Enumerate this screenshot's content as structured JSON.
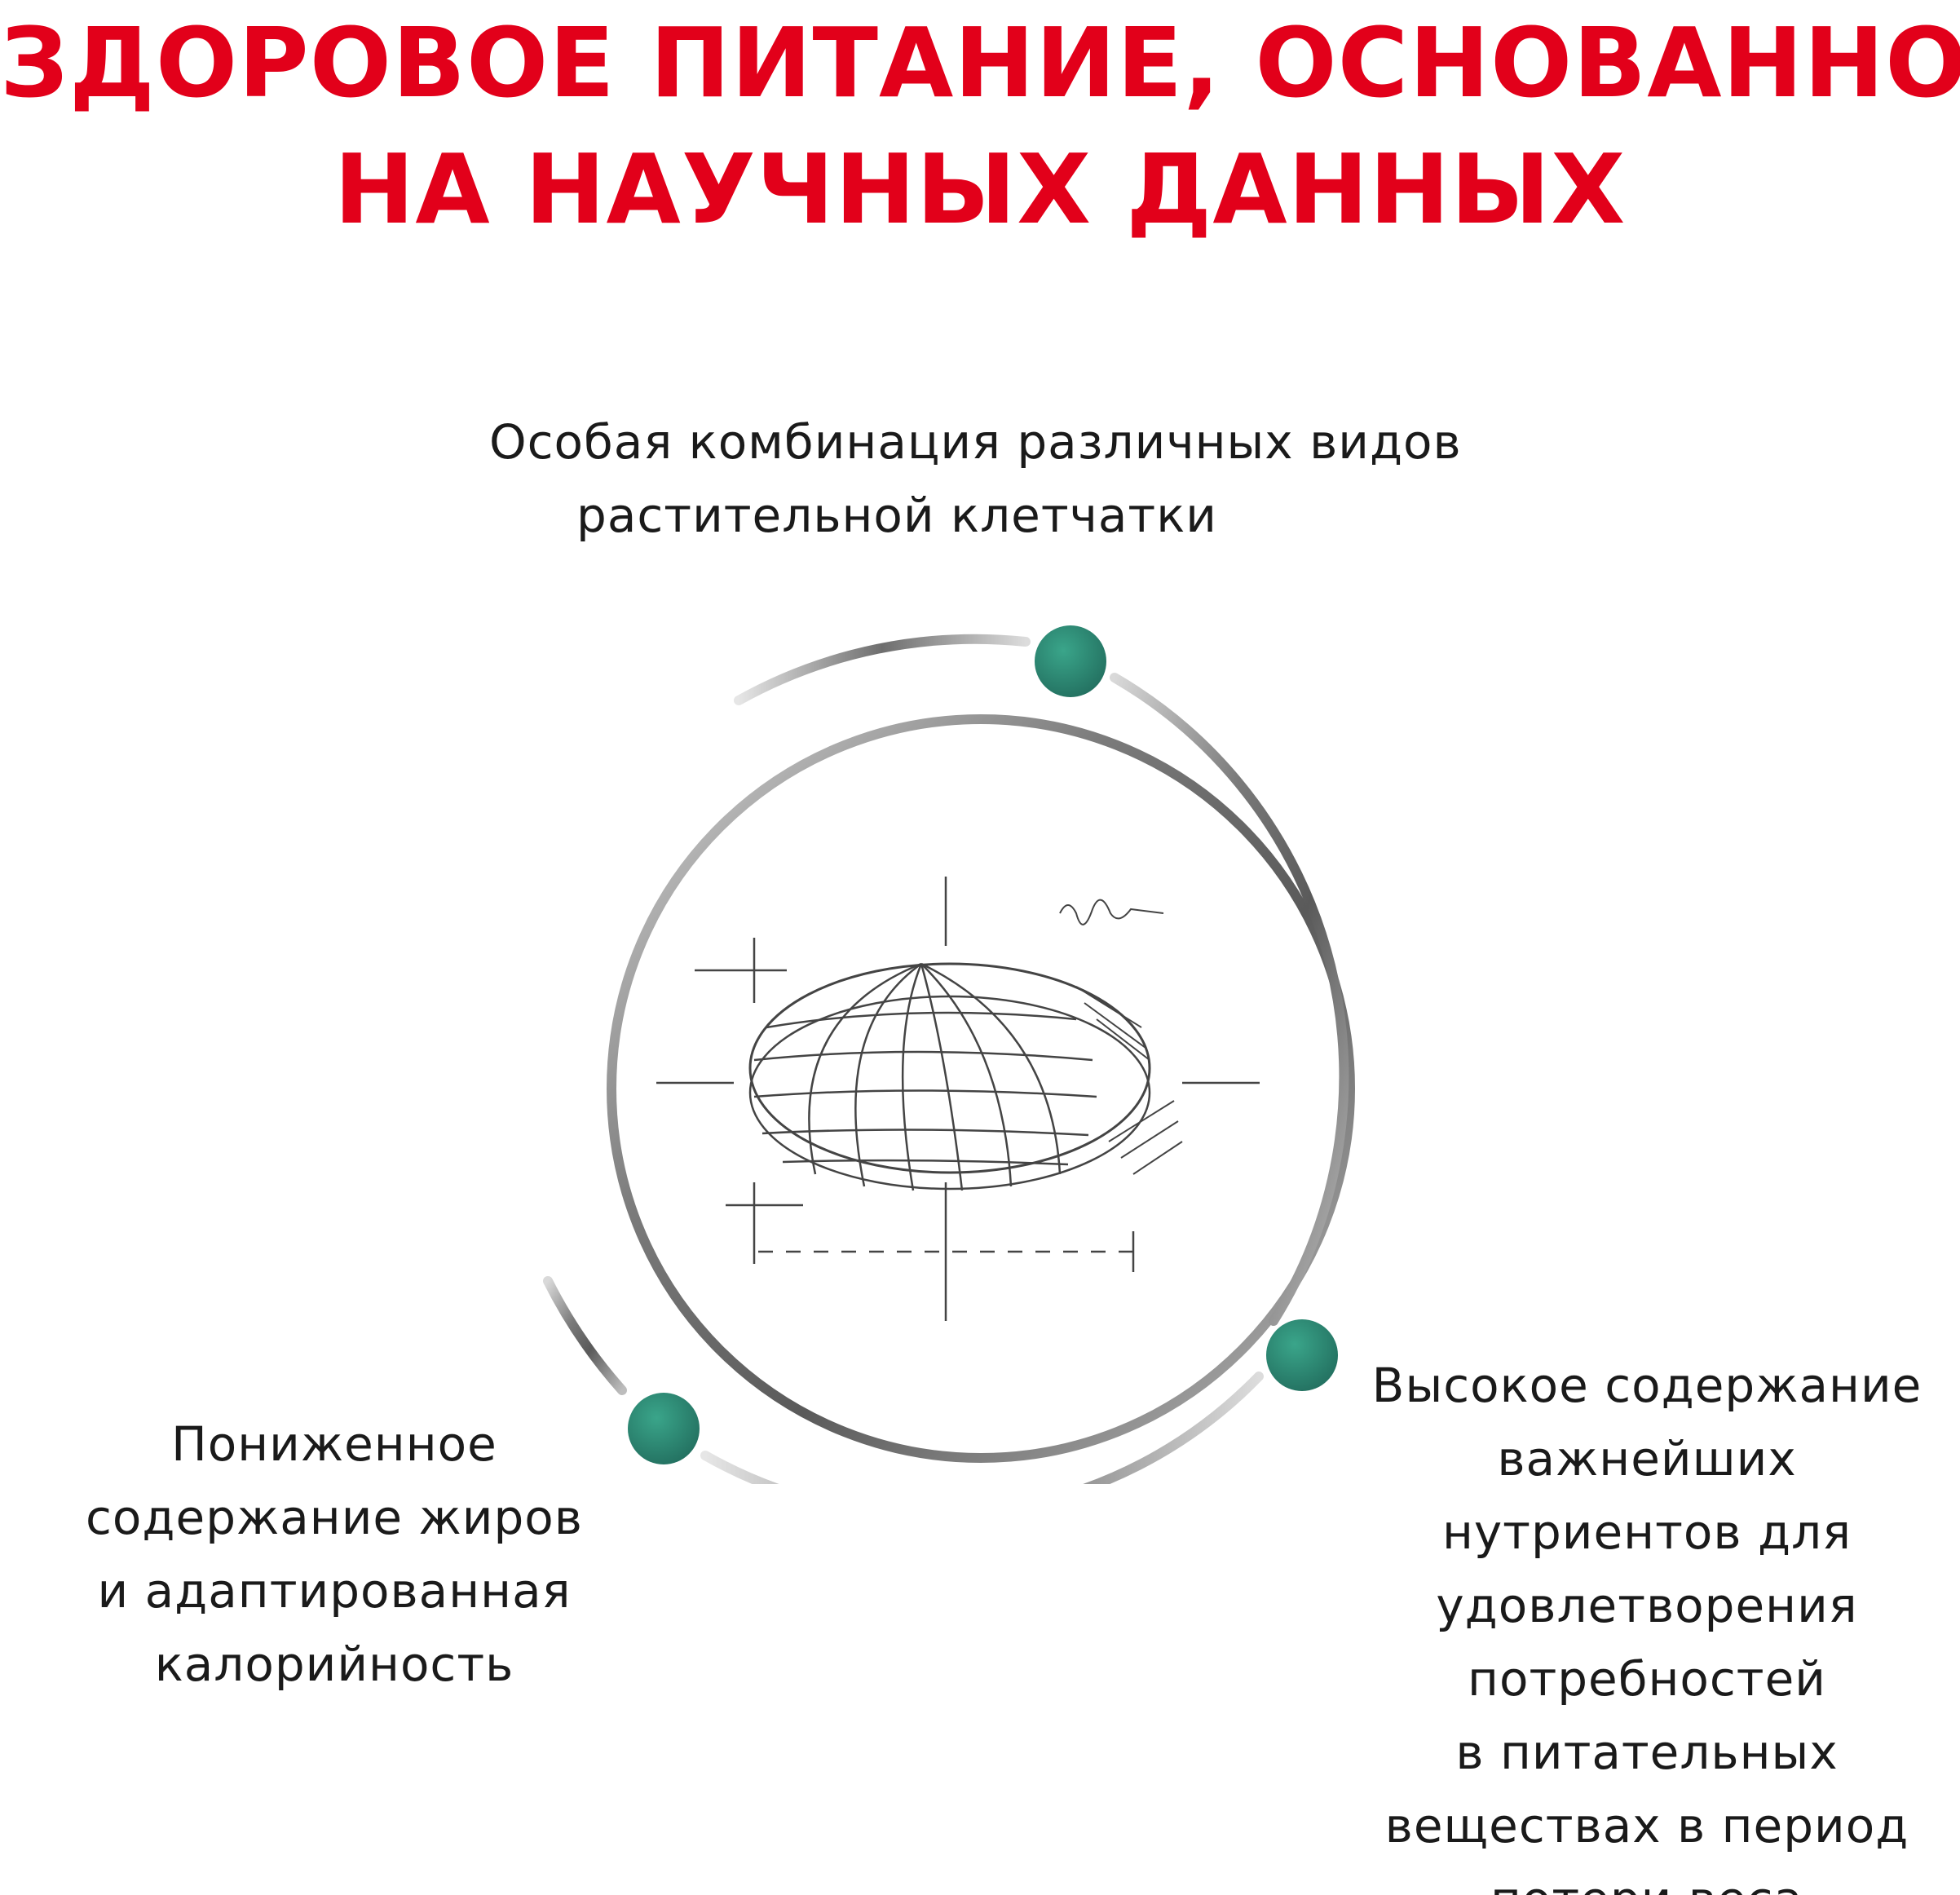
{
  "headline": {
    "line1": "ЗДОРОВОЕ ПИТАНИЕ, ОСНОВАННОЕ",
    "line2": "НА НАУЧНЫХ ДАННЫХ",
    "color": "#e2001a"
  },
  "benefits": [
    {
      "lines": [
        "Особая комбинация различных видов",
        "растительной клетчатки"
      ]
    },
    {
      "lines": [
        "Пониженное",
        "содержание жиров",
        "и адаптированная",
        "калорийность"
      ]
    },
    {
      "lines": [
        "Высокое содержание",
        "важнейших",
        "нутриентов для",
        "удовлетворения",
        "потребностей",
        "в питательных",
        "веществах в период",
        "потери веса"
      ]
    }
  ],
  "colors": {
    "marker": "#2e8b74",
    "ring": "#8a8a8a"
  },
  "icons": {
    "center": "kibble-sketch-icon"
  }
}
